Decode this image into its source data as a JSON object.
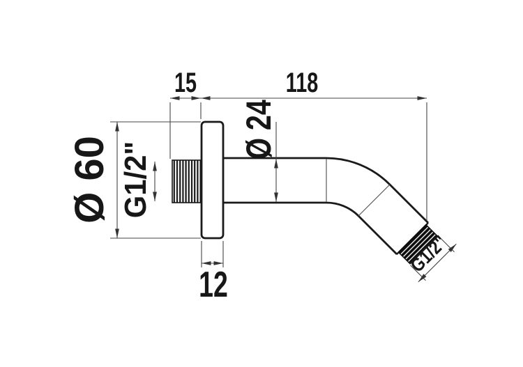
{
  "drawing": {
    "kind": "technical-dimension-drawing",
    "labels": {
      "inlet_length": "15",
      "overall_length": "118",
      "flange_diameter": "Ø 60",
      "inlet_thread": "G1/2\"",
      "tube_diameter": "Ø 24",
      "flange_thickness": "12",
      "outlet_thread": "G1/2\""
    },
    "colors": {
      "outline": "#1a1a1a",
      "dimension_lines": "#444444",
      "background": "#ffffff"
    }
  }
}
